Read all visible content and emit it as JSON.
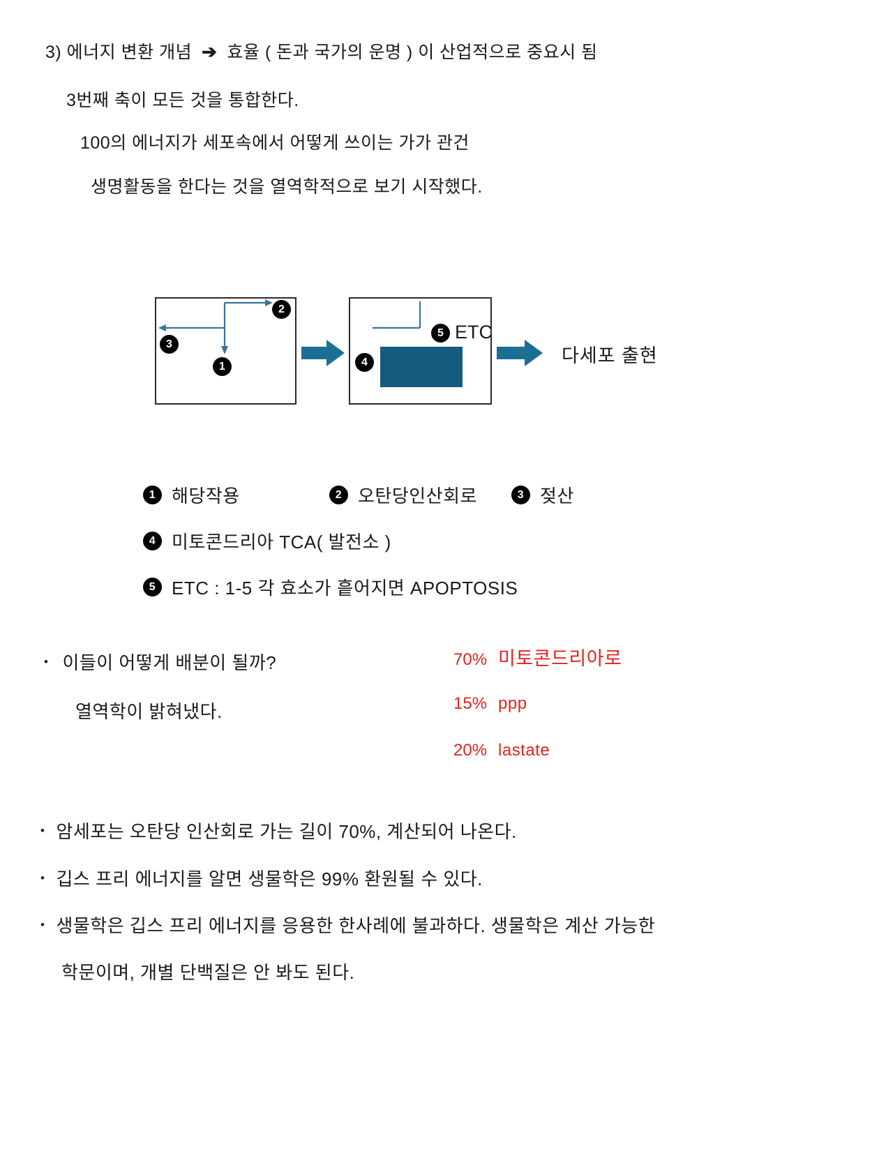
{
  "page": {
    "background": "#ffffff",
    "text_color": "#1a1a1a",
    "line_color": "#39749c",
    "rect_color": "#145c7d",
    "block_arrow_color": "#1b6e94",
    "red_color": "#e8211d",
    "marker_bg": "#000000"
  },
  "bullets": {
    "char": "•"
  },
  "header": {
    "line1_prefix": "3) 에너지 변환 개념",
    "line1_arrow": "➔",
    "line1_suffix": "효율 ( 돈과 국가의 운명 ) 이 산업적으로 중요시 됨",
    "line2": "3번째 축이 모든 것을 통합한다.",
    "line3": "100의 에너지가 세포속에서 어떻게 쓰이는 가가 관건",
    "line4": "생명활동을 한다는 것을 열역학적으로 보기 시작했다."
  },
  "diagram": {
    "markers": {
      "m1": "1",
      "m2": "2",
      "m3": "3",
      "m4": "4",
      "m5": "5"
    },
    "etc_label": "ETC",
    "result_label": "다세포 출현"
  },
  "legend": {
    "item1": {
      "num": "1",
      "label": "해당작용"
    },
    "item2": {
      "num": "2",
      "label": "오탄당인산회로"
    },
    "item3": {
      "num": "3",
      "label": "젖산"
    },
    "item4": {
      "num": "4",
      "label": "미토콘드리아 TCA( 발전소 )"
    },
    "item5": {
      "num": "5",
      "label": "ETC : 1-5 각 효소가 흩어지면 APOPTOSIS"
    }
  },
  "distribution": {
    "question": "이들이 어떻게 배분이 될까?",
    "answer": "열역학이 밝혀냈다.",
    "stats": [
      {
        "pct": "70%",
        "label": "미토콘드리아로"
      },
      {
        "pct": "15%",
        "label": "ppp"
      },
      {
        "pct": "20%",
        "label": "lastate"
      }
    ]
  },
  "notes": [
    "암세포는 오탄당 인산회로 가는 길이 70%, 계산되어 나온다.",
    "깁스 프리 에너지를 알면 생물학은 99% 환원될 수 있다.",
    "생물학은 깁스 프리 에너지를 응용한 한사례에 불과하다. 생물학은 계산 가능한",
    "학문이며, 개별 단백질은 안 봐도 된다."
  ]
}
